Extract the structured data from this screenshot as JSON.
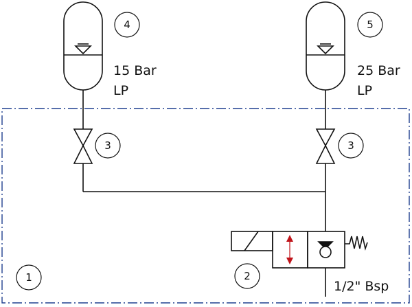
{
  "components": {
    "accumulator_left": {
      "tag": "4",
      "pressure": "15 Bar",
      "side": "LP"
    },
    "accumulator_right": {
      "tag": "5",
      "pressure": "25 Bar",
      "side": "LP"
    },
    "valve_left": {
      "tag": "3"
    },
    "valve_right": {
      "tag": "3"
    },
    "solenoid_valve": {
      "tag": "2"
    },
    "manifold_block": {
      "tag": "1"
    },
    "port": {
      "label": "1/2\" Bsp"
    }
  },
  "colors": {
    "border": "#1f3f8f",
    "flow_arrow": "#c0141a",
    "line": "#111111"
  }
}
